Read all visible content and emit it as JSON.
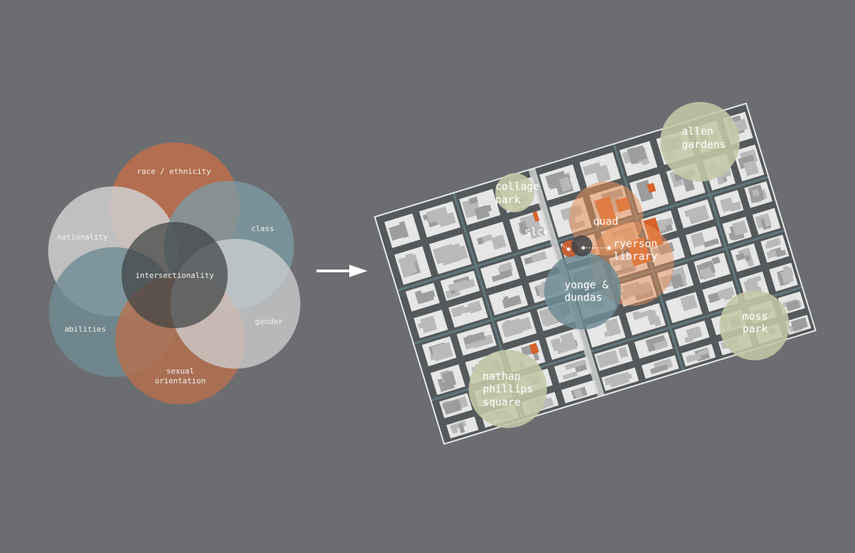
{
  "venn": {
    "center": "intersectionality",
    "sets": [
      {
        "key": "race",
        "lines": [
          "race / ethnicity"
        ],
        "color": "#b86f4c"
      },
      {
        "key": "class",
        "lines": [
          "class"
        ],
        "color": "#6f8b93"
      },
      {
        "key": "gender",
        "lines": [
          "gender"
        ],
        "color": "#d0d3d4"
      },
      {
        "key": "sexual_orientation",
        "lines": [
          "sexual",
          "orientation"
        ],
        "color": "#b86f4c"
      },
      {
        "key": "abilities",
        "lines": [
          "abilities"
        ],
        "color": "#6f8b93"
      },
      {
        "key": "nationality",
        "lines": [
          "nationality"
        ],
        "color": "#cfcfcf"
      }
    ],
    "center_color": "#3f4244"
  },
  "arrow": {
    "icon": "right-arrow-icon",
    "color": "#ffffff"
  },
  "map": {
    "places": [
      {
        "key": "allen_gardens",
        "lines": [
          "allen",
          "gardens"
        ],
        "kind": "park"
      },
      {
        "key": "collage_park",
        "lines": [
          "collage",
          "park"
        ],
        "kind": "park"
      },
      {
        "key": "quad",
        "lines": [
          "quad"
        ],
        "kind": "campus"
      },
      {
        "key": "slc",
        "lines": [
          "slc"
        ],
        "kind": "point"
      },
      {
        "key": "ryerson_library",
        "lines": [
          "ryerson",
          "library"
        ],
        "kind": "point"
      },
      {
        "key": "yonge_dundas",
        "lines": [
          "yonge &",
          "dundas"
        ],
        "kind": "square"
      },
      {
        "key": "moss_park",
        "lines": [
          "moss",
          "park"
        ],
        "kind": "park"
      },
      {
        "key": "nathan_phillips",
        "lines": [
          "nathan",
          "phillips",
          "square"
        ],
        "kind": "park"
      }
    ],
    "colors": {
      "park": "#c4c8a6",
      "campus": "#e2874f",
      "square": "#6f8b93",
      "building": "#bdbdbd",
      "road": "#5f7a7e",
      "orange_building": "#d8622a"
    }
  }
}
